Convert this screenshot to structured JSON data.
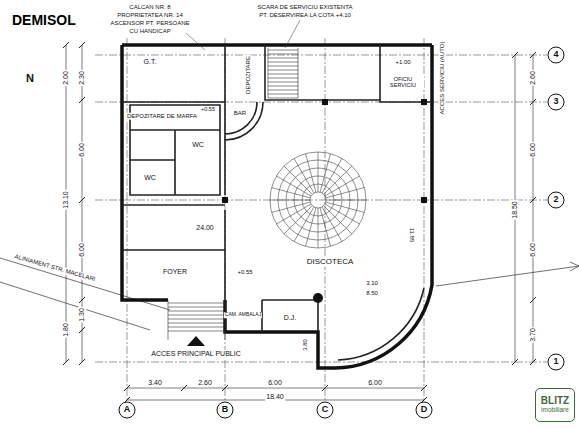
{
  "diagram": {
    "title": "DEMISOL",
    "nodes": [
      {
        "text": [
          "A"
        ]
      },
      {
        "text": [
          "B"
        ]
      },
      {
        "text": [
          "C"
        ]
      },
      {
        "text": [
          "D"
        ]
      },
      {
        "text": [
          "4"
        ]
      },
      {
        "text": [
          "3"
        ]
      },
      {
        "text": [
          "2"
        ]
      },
      {
        "text": [
          "1"
        ]
      },
      {
        "text": [
          "BLITZ",
          "imobiliare"
        ]
      }
    ],
    "labels": [
      "N",
      "CALCAN NR. 8",
      "PROPRIETATEA NR. 14",
      "ASCENSOR PT. PERSOANE",
      "CU HANDICAP",
      "SCARA DE SERVICIU EXISTENTA",
      "PT. DESERVIREA LA COTA +4.10",
      "ACCES SERVICIU (AUTO)",
      "G.T.",
      "DEPOZITARE",
      "OFICIU SERVICIU",
      "+1.00",
      "DEPOZITARE DE MARFA",
      "+0.55",
      "BAR",
      "WC",
      "WC",
      "24.00",
      "FOYER",
      "+0.55",
      "CAM. AMBALAJ",
      "D.J.",
      "ACCES PRINCIPAL PUBLIC",
      "DISCOTECA",
      "3.10",
      "8.50",
      "3.80",
      "11.85",
      "ALINIAMENT STR. MACELARI",
      "3.40",
      "2.60",
      "6.00",
      "6.00",
      "18.40",
      "2.00",
      "2.30",
      "6.00",
      "6.00",
      "13.10",
      "1.80",
      "1.30",
      "2.60",
      "6.00",
      "6.00",
      "3.70",
      "18.50"
    ]
  }
}
